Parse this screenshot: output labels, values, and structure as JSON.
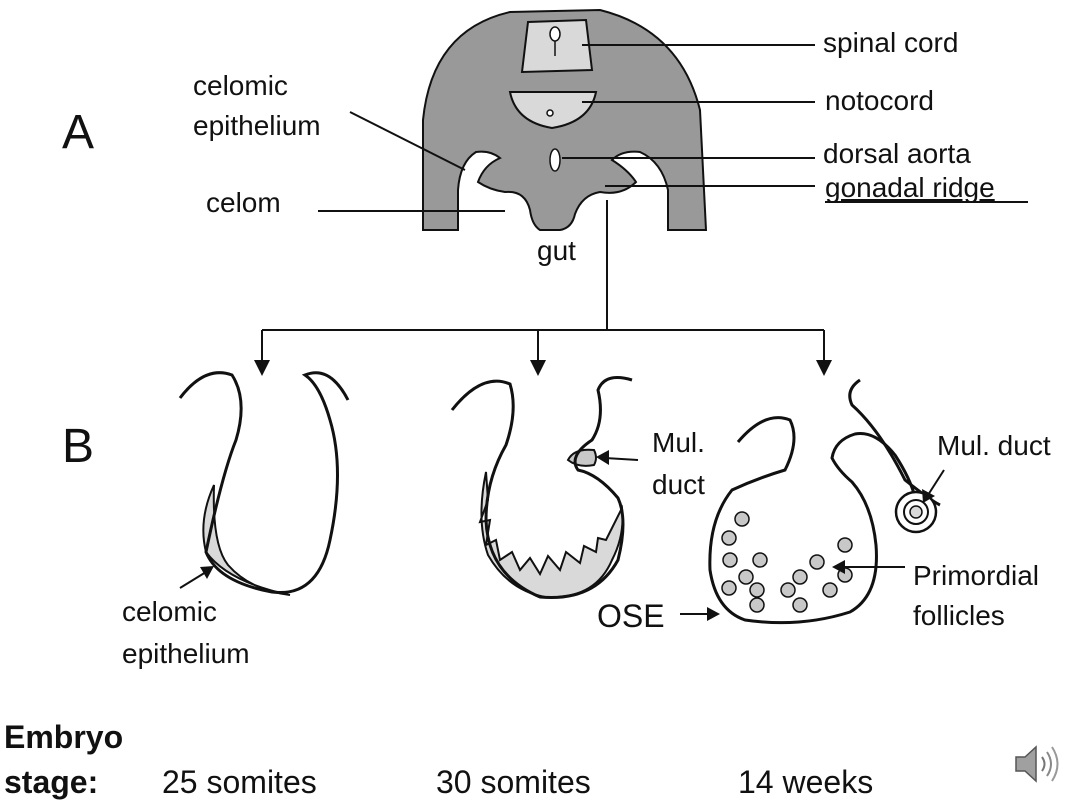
{
  "panels": {
    "a_letter": "A",
    "b_letter": "B"
  },
  "labels_a": {
    "spinal_cord": "spinal cord",
    "notocord": "notocord",
    "dorsal_aorta": "dorsal aorta",
    "gonadal_ridge": "gonadal ridge",
    "celomic_epithelium_1": "celomic",
    "celomic_epithelium_2": "epithelium",
    "celom": "celom",
    "gut": "gut"
  },
  "labels_b": {
    "celomic_epithelium_1": "celomic",
    "celomic_epithelium_2": "epithelium",
    "mul_duct_mid_1": "Mul.",
    "mul_duct_mid_2": "duct",
    "mul_duct_right": "Mul. duct",
    "primordial_1": "Primordial",
    "primordial_2": "follicles",
    "ose": "OSE"
  },
  "stages": {
    "heading_1": "Embryo",
    "heading_2": "stage:",
    "items": [
      "25 somites",
      "30 somites",
      "14 weeks"
    ]
  },
  "colors": {
    "tissue": "#999999",
    "light_fill": "#d9d9d9",
    "ink": "#111111"
  },
  "icons": {
    "audio": "speaker-icon"
  }
}
